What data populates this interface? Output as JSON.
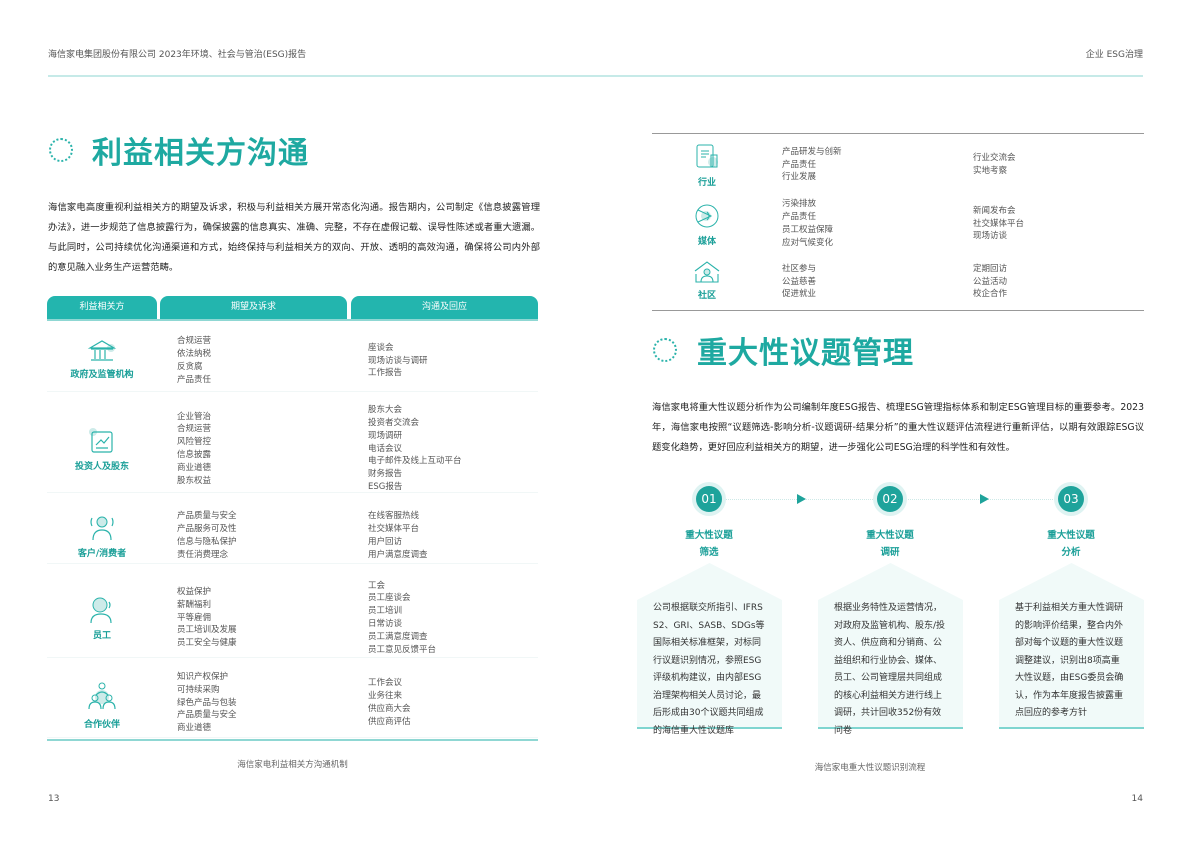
{
  "header": {
    "left": "海信家电集团股份有限公司  2023年环境、社会与管治(ESG)报告",
    "right": "企业 ESG治理"
  },
  "left": {
    "title": "利益相关方沟通",
    "intro": "海信家电高度重视利益相关方的期望及诉求，积极与利益相关方展开常态化沟通。报告期内，公司制定《信息披露管理办法》，进一步规范了信息披露行为，确保披露的信息真实、准确、完整，不存在虚假记载、误导性陈述或者重大遗漏。与此同时，公司持续优化沟通渠道和方式，始终保持与利益相关方的双向、开放、透明的高效沟通，确保将公司内外部的意见融入业务生产运营范畴。",
    "columns": [
      "利益相关方",
      "期望及诉求",
      "沟通及回应"
    ],
    "rows": [
      {
        "name": "政府及监管机构",
        "icon": "government-building-icon",
        "expectations": [
          "合规运营",
          "依法纳税",
          "反贪腐",
          "产品责任"
        ],
        "responses": [
          "座谈会",
          "现场访谈与调研",
          "工作报告"
        ]
      },
      {
        "name": "投资人及股东",
        "icon": "investor-chart-icon",
        "expectations": [
          "企业管治",
          "合规运营",
          "风险管控",
          "信息披露",
          "商业道德",
          "股东权益"
        ],
        "responses": [
          "股东大会",
          "投资者交流会",
          "现场调研",
          "电话会议",
          "电子邮件及线上互动平台",
          "财务报告",
          "ESG报告"
        ]
      },
      {
        "name": "客户/消费者",
        "icon": "customer-icon",
        "expectations": [
          "产品质量与安全",
          "产品服务可及性",
          "信息与隐私保护",
          "责任消费理念"
        ],
        "responses": [
          "在线客服热线",
          "社交媒体平台",
          "用户回访",
          "用户满意度调查"
        ]
      },
      {
        "name": "员工",
        "icon": "employee-icon",
        "expectations": [
          "权益保护",
          "薪酬福利",
          "平等雇佣",
          "员工培训及发展",
          "员工安全与健康"
        ],
        "responses": [
          "工会",
          "员工座谈会",
          "员工培训",
          "日常访谈",
          "员工满意度调查",
          "员工意见反馈平台"
        ]
      },
      {
        "name": "合作伙伴",
        "icon": "partners-icon",
        "expectations": [
          "知识产权保护",
          "可持续采购",
          "绿色产品与包装",
          "产品质量与安全",
          "商业道德"
        ],
        "responses": [
          "工作会议",
          "业务往来",
          "供应商大会",
          "供应商评估"
        ]
      }
    ],
    "caption": "海信家电利益相关方沟通机制",
    "page": "13"
  },
  "right": {
    "rows": [
      {
        "name": "行业",
        "icon": "industry-document-icon",
        "expectations": [
          "产品研发与创新",
          "产品责任",
          "行业发展"
        ],
        "responses": [
          "行业交流会",
          "实地考察"
        ]
      },
      {
        "name": "媒体",
        "icon": "media-broadcast-icon",
        "expectations": [
          "污染排放",
          "产品责任",
          "员工权益保障",
          "应对气候变化"
        ],
        "responses": [
          "新闻发布会",
          "社交媒体平台",
          "现场访谈"
        ]
      },
      {
        "name": "社区",
        "icon": "community-house-icon",
        "expectations": [
          "社区参与",
          "公益慈善",
          "促进就业"
        ],
        "responses": [
          "定期回访",
          "公益活动",
          "校企合作"
        ]
      }
    ],
    "title": "重大性议题管理",
    "intro": "海信家电将重大性议题分析作为公司编制年度ESG报告、梳理ESG管理指标体系和制定ESG管理目标的重要参考。2023年，海信家电按照“议题筛选-影响分析-议题调研-结果分析”的重大性议题评估流程进行重新评估，以期有效跟踪ESG议题变化趋势，更好回应利益相关方的期望，进一步强化公司ESG治理的科学性和有效性。",
    "steps": [
      {
        "num": "01",
        "title": "重大性议题",
        "sub": "筛选",
        "text": "公司根据联交所指引、IFRS S2、GRI、SASB、SDGs等国际相关标准框架，对标同行议题识别情况，参照ESG评级机构建议，由内部ESG治理架构相关人员讨论，最后形成由30个议题共同组成的海信重大性议题库"
      },
      {
        "num": "02",
        "title": "重大性议题",
        "sub": "调研",
        "text": "根据业务特性及运营情况，对政府及监管机构、股东/投资人、供应商和分销商、公益组织和行业协会、媒体、员工、公司管理层共同组成的核心利益相关方进行线上调研，共计回收352份有效问卷"
      },
      {
        "num": "03",
        "title": "重大性议题",
        "sub": "分析",
        "text": "基于利益相关方重大性调研的影响评价结果，整合内外部对每个议题的重大性议题调整建议，识别出8项高重大性议题，由ESG委员会确认，作为本年度报告披露重点回应的参考方针"
      }
    ],
    "caption": "海信家电重大性议题识别流程",
    "page": "14"
  },
  "colors": {
    "accent": "#23b5ae",
    "title": "#1ea9a1"
  }
}
